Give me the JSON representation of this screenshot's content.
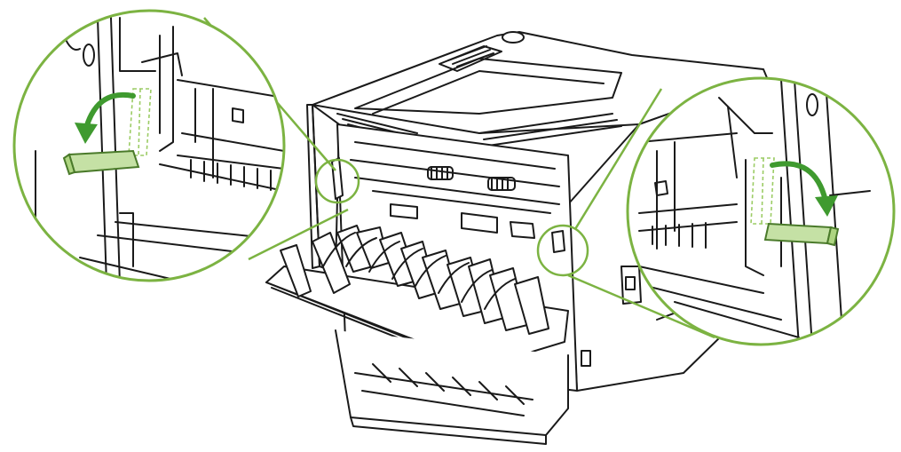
{
  "colors": {
    "background": "#ffffff",
    "line": "#1a1a1a",
    "callout_ring": "#7cb342",
    "arrow": "#3f9a2f",
    "lever_fill": "#c5e1a5",
    "lever_stroke": "#4a7a2a",
    "dashed_ghost": "#9ccc65"
  },
  "callouts": [
    {
      "name": "left-detail",
      "lever_direction": "down-left",
      "arrow_icon": "curved-arrow-icon"
    },
    {
      "name": "right-detail",
      "lever_direction": "down-right",
      "arrow_icon": "curved-arrow-icon"
    }
  ]
}
